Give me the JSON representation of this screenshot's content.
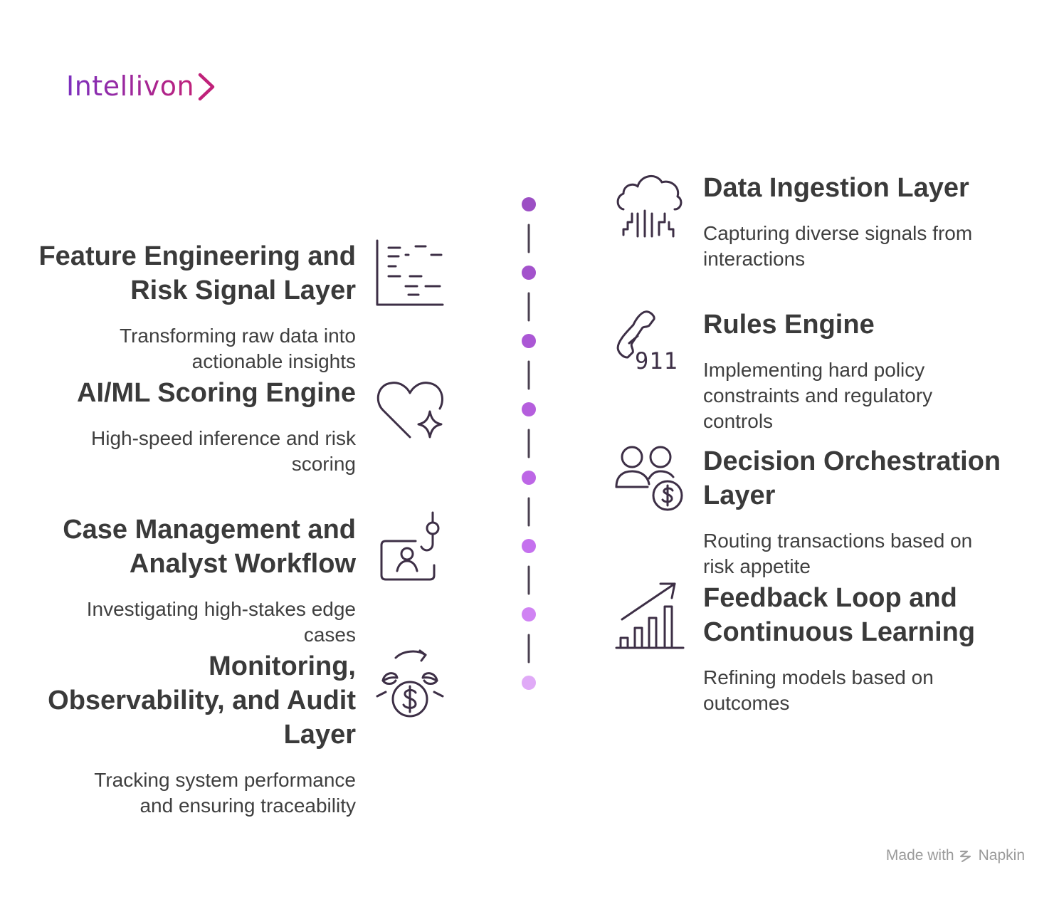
{
  "logo": {
    "text": "Intellivon",
    "gradient": [
      "#7b2fbf",
      "#c0227a"
    ]
  },
  "timeline": {
    "dot_colors": [
      "#9c4fc4",
      "#a352cc",
      "#ab57d5",
      "#b55edd",
      "#bd66e6",
      "#c571ee",
      "#d083f3",
      "#e0aaf7"
    ]
  },
  "items": [
    {
      "side": "right",
      "icon": "cloud-data-icon",
      "title": "Data Ingestion Layer",
      "description": "Capturing diverse signals from interactions"
    },
    {
      "side": "left",
      "icon": "feature-bars-icon",
      "title": "Feature Engineering and Risk Signal Layer",
      "description": "Transforming raw data into actionable insights"
    },
    {
      "side": "right",
      "icon": "phone-911-icon",
      "title": "Rules Engine",
      "description": "Implementing hard policy constraints and regulatory controls"
    },
    {
      "side": "left",
      "icon": "heart-sparkle-icon",
      "title": "AI/ML Scoring Engine",
      "description": "High-speed inference and risk scoring"
    },
    {
      "side": "right",
      "icon": "people-dollar-icon",
      "title": "Decision Orchestration Layer",
      "description": "Routing transactions based on risk appetite"
    },
    {
      "side": "left",
      "icon": "profile-hook-icon",
      "title": "Case Management and Analyst Workflow",
      "description": "Investigating high-stakes edge cases"
    },
    {
      "side": "right",
      "icon": "growth-chart-icon",
      "title": "Feedback Loop and Continuous Learning",
      "description": "Refining models based on outcomes"
    },
    {
      "side": "left",
      "icon": "money-cycle-icon",
      "title": "Monitoring, Observability, and Audit Layer",
      "description": "Tracking system performance and ensuring traceability"
    }
  ],
  "footer": {
    "text": "Made with",
    "brand": "Napkin"
  }
}
